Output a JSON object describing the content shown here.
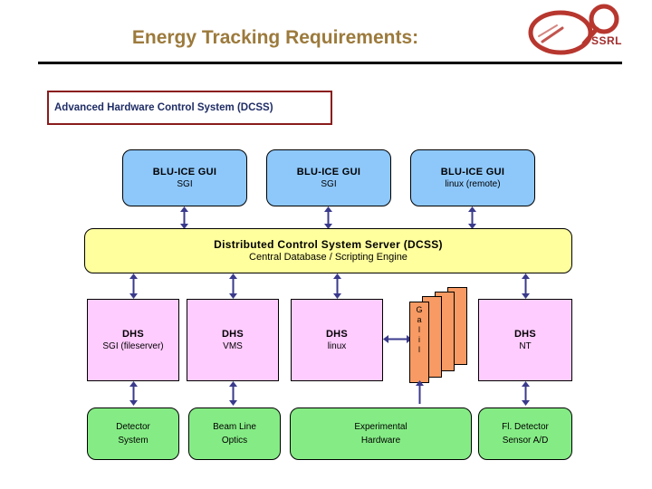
{
  "slide": {
    "title": "Energy Tracking Requirements:",
    "title_color": "#9c7a3c",
    "background": "#ffffff"
  },
  "logo": {
    "name": "SSRL",
    "wordmark": "SSRL",
    "color": "#a22c2c"
  },
  "diagram": {
    "heading_box": {
      "label": "Advanced Hardware Control System (DCSS)",
      "border_color": "#8a1c1c",
      "text_color": "#1f2d66"
    },
    "gui_row": {
      "color": "#8ec8fb",
      "nodes": [
        {
          "title": "BLU-ICE GUI",
          "subtitle": "SGI"
        },
        {
          "title": "BLU-ICE GUI",
          "subtitle": "SGI"
        },
        {
          "title": "BLU-ICE GUI",
          "subtitle": "linux (remote)"
        }
      ]
    },
    "server": {
      "color": "#ffff9e",
      "title": "Distributed Control System Server (DCSS)",
      "subtitle": "Central Database / Scripting Engine"
    },
    "dhs_row": {
      "color": "#ffccff",
      "nodes": [
        {
          "title": "DHS",
          "subtitle": "SGI (fileserver)"
        },
        {
          "title": "DHS",
          "subtitle": "VMS"
        },
        {
          "title": "DHS",
          "subtitle": "linux"
        },
        {
          "title": "DHS",
          "subtitle": "NT"
        }
      ]
    },
    "galil": {
      "color": "#f79a63",
      "label": "G\na\nl\ni\nl",
      "cards": 4
    },
    "hardware_row": {
      "color": "#85ec85",
      "nodes": [
        {
          "line1": "Detector",
          "line2": "System"
        },
        {
          "line1": "Beam Line",
          "line2": "Optics"
        },
        {
          "line1": "Experimental",
          "line2": "Hardware"
        },
        {
          "line1": "Fl. Detector",
          "line2": "Sensor A/D"
        }
      ]
    },
    "connector_color": "#3a3a8c"
  }
}
